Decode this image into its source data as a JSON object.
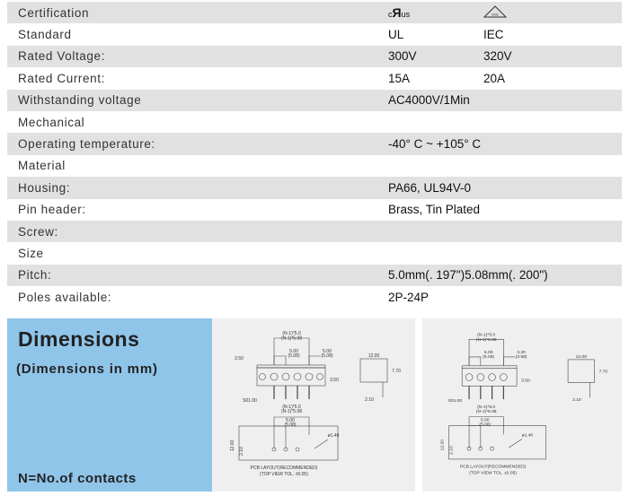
{
  "spec_rows": [
    {
      "label": "Certification",
      "v1": "",
      "v2": "",
      "cert": true
    },
    {
      "label": "Standard",
      "v1": "UL",
      "v2": "IEC"
    },
    {
      "label": "Rated Voltage:",
      "v1": "300V",
      "v2": "320V"
    },
    {
      "label": "Rated Current:",
      "v1": "15A",
      "v2": "20A"
    },
    {
      "label": "Withstanding voltage",
      "v1": "AC4000V/1Min",
      "v2": ""
    },
    {
      "label": "Mechanical",
      "v1": "",
      "v2": ""
    },
    {
      "label": "Operating temperature:",
      "v1": "-40° C ~ +105° C",
      "v2": ""
    },
    {
      "label": "Material",
      "v1": "",
      "v2": ""
    },
    {
      "label": "Housing:",
      "v1": "PA66, UL94V-0",
      "v2": ""
    },
    {
      "label": "Pin header:",
      "v1": "Brass,  Tin  Plated",
      "v2": ""
    },
    {
      "label": "Screw:",
      "v1": "",
      "v2": ""
    },
    {
      "label": "Size",
      "v1": "",
      "v2": ""
    },
    {
      "label": "Pitch:",
      "v1": "5.0mm(. 197\")5.08mm(. 200\")",
      "v2": ""
    },
    {
      "label": "Poles available:",
      "v1": "2P-24P",
      "v2": ""
    }
  ],
  "certs": {
    "ul_logo": "cRus",
    "vde_logo": "VDE"
  },
  "dimensions": {
    "title": "Dimensions",
    "subtitle": "(Dimensions in mm)",
    "note": "N=No.of contacts"
  },
  "drawings": [
    {
      "labels": {
        "span1": "(N-1)*5.0",
        "span2": "(N-1)*5.08",
        "pitch1": "5.00",
        "pitch2": "(5.08)",
        "edge1": "5.00",
        "edge2": "(5.08)",
        "left": "2.50",
        "height": "3.50",
        "pin": "S01.00",
        "depth": "12.00",
        "side_h": "7.70",
        "foot": "2.10",
        "pcb_h1": "12.00",
        "pcb_h2": "2.10",
        "hole": "ø1.40",
        "pcb1": "PCB LAYOUT(RECOMMENDED)",
        "pcb2": "(TOP VIEW TOL. ±0.05)"
      },
      "end_holes": true
    },
    {
      "labels": {
        "span1": "(N-1)*5.0",
        "span2": "(N-1)*5.08",
        "pitch1": "5.00",
        "pitch2": "(5.08)",
        "edge1": "3.20",
        "edge2": "(3.58)",
        "left": "",
        "height": "3.50",
        "pin": "S01.00",
        "depth": "12.00",
        "side_h": "7.70",
        "foot": "2.10",
        "pcb_h1": "12.00",
        "pcb_h2": "2.10",
        "hole": "ø1.40",
        "pcb1": "PCB LAYOUT(RECOMMENDED)",
        "pcb2": "(TOP VIEW TOL. ±0.05)"
      },
      "end_holes": false
    }
  ]
}
